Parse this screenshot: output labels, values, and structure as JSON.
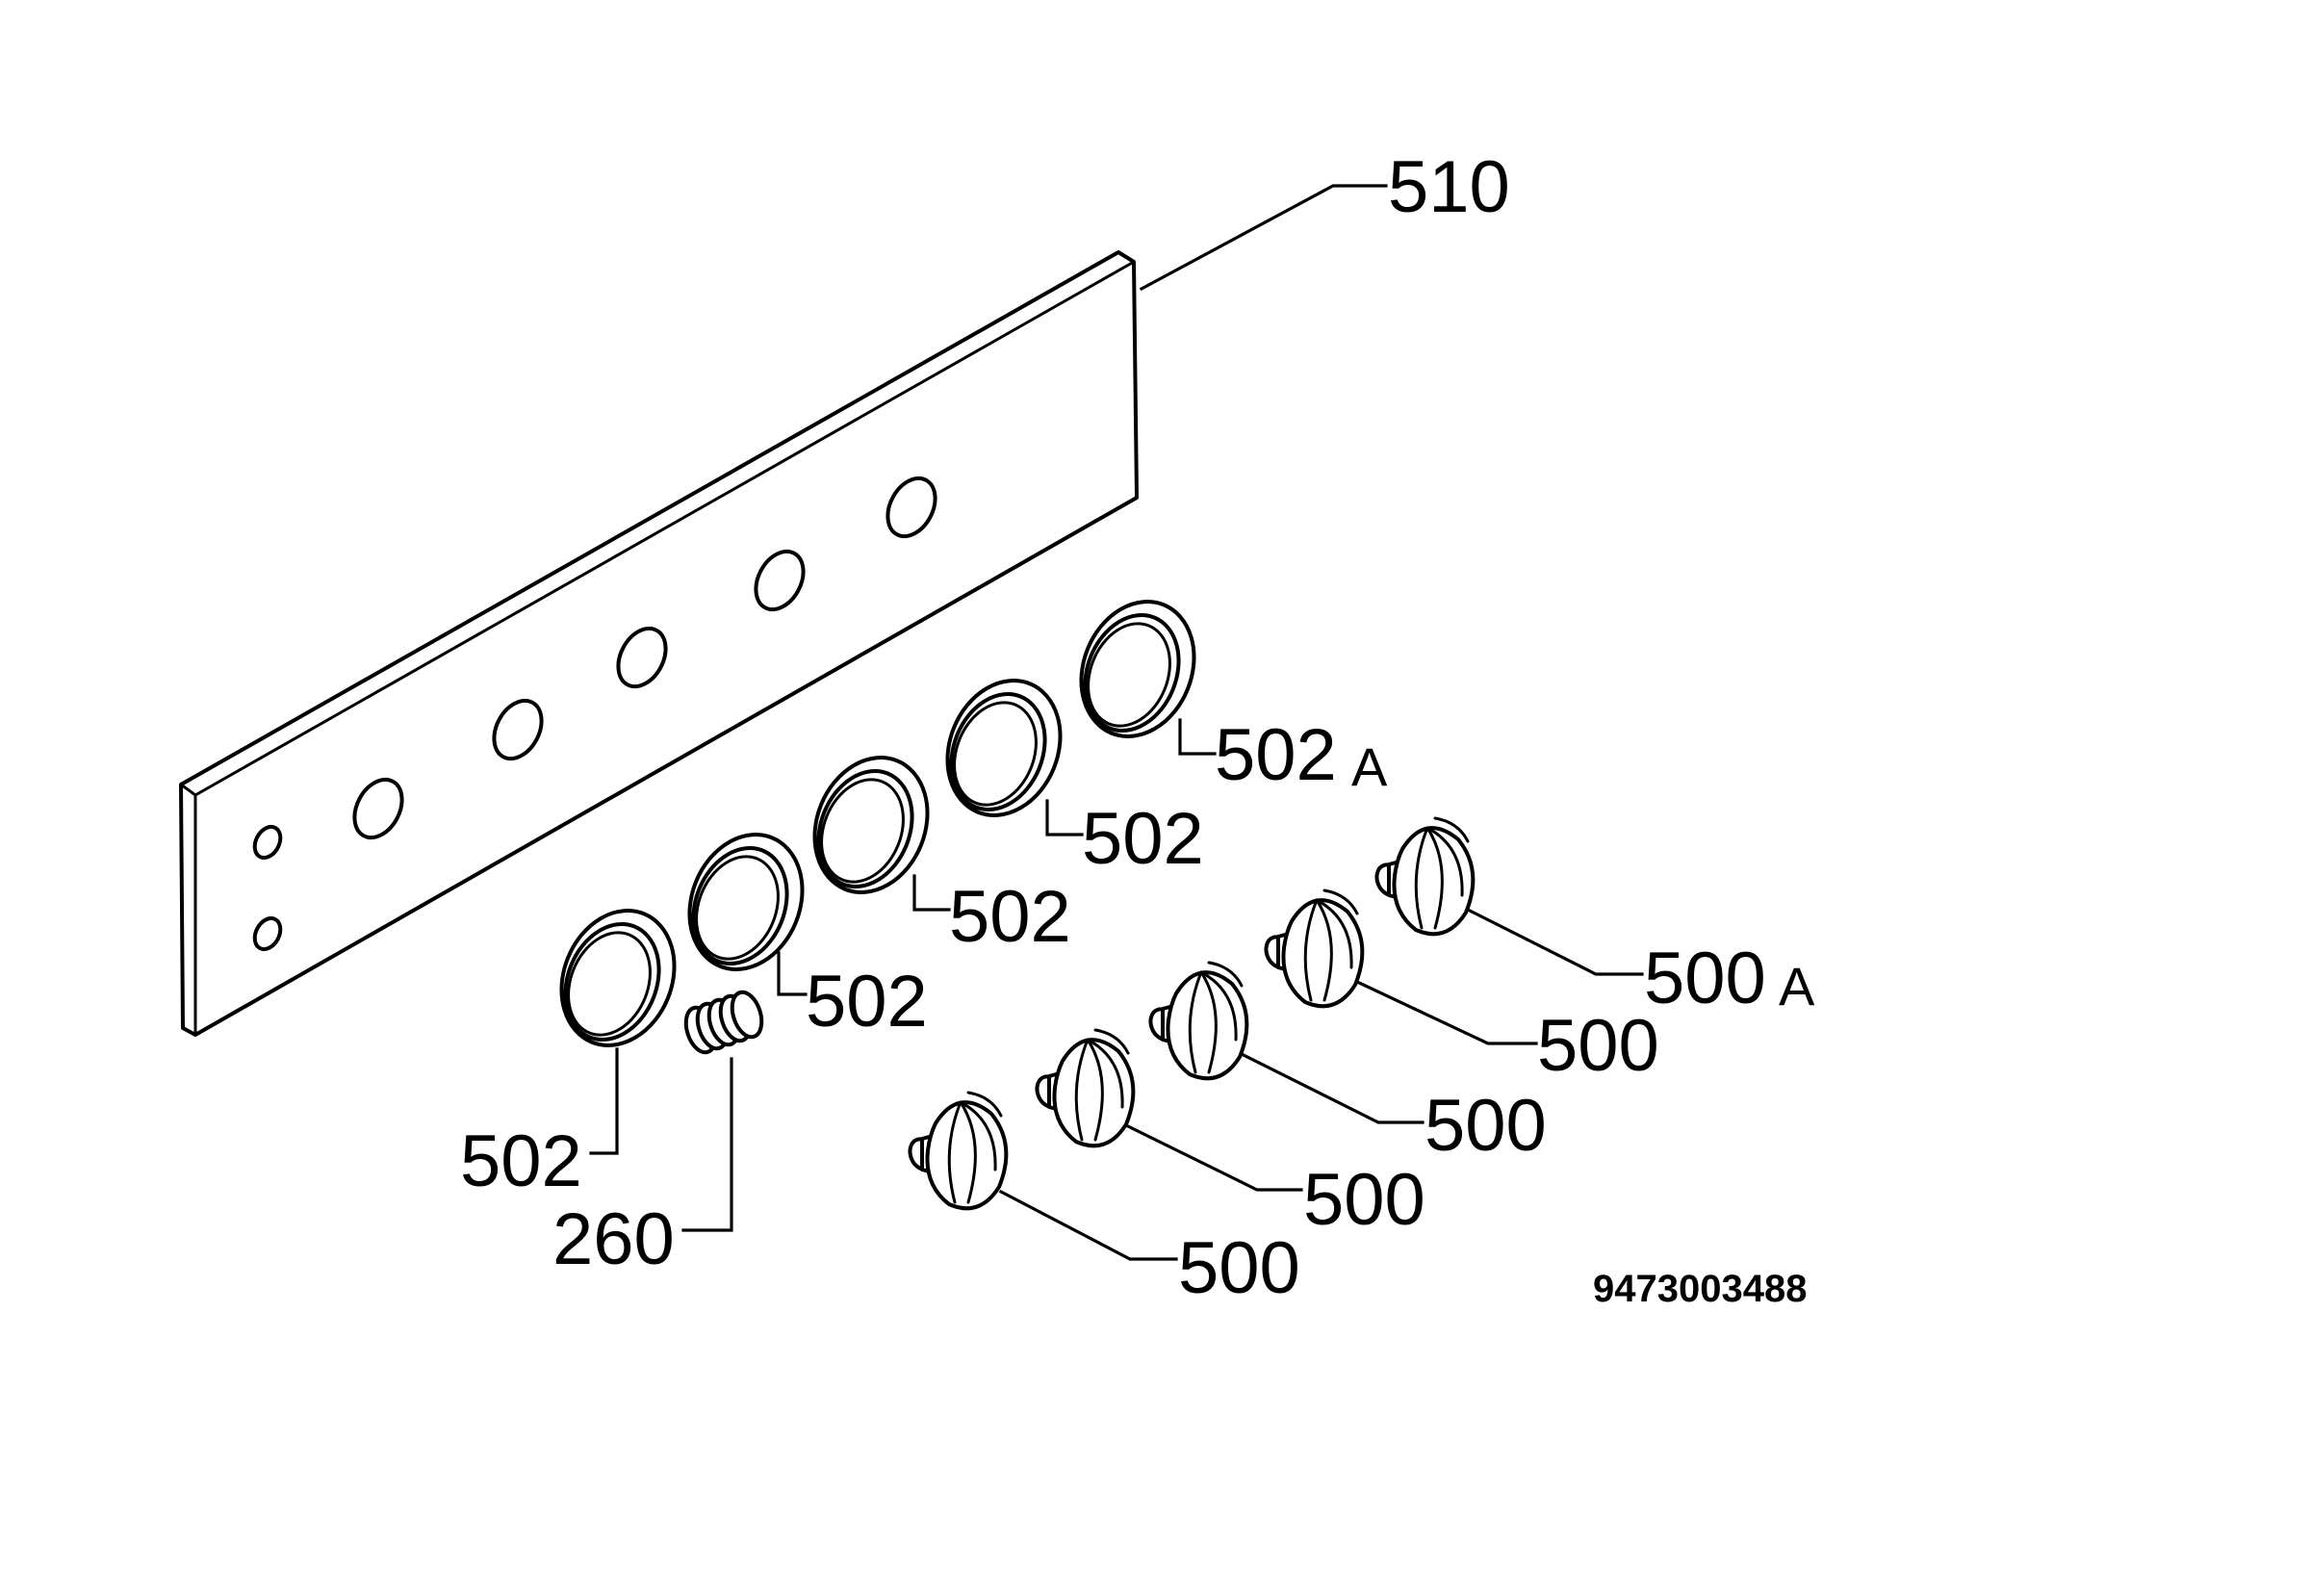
{
  "callouts": {
    "panel": "510",
    "ring_5": "502",
    "ring_5_suffix": "A",
    "ring_4": "502",
    "ring_3": "502",
    "ring_2": "502",
    "ring_1": "502",
    "spring": "260",
    "knob_5": "500",
    "knob_5_suffix": "A",
    "knob_4": "500",
    "knob_3": "500",
    "knob_2": "500",
    "knob_1": "500"
  },
  "document_number": "9473003488",
  "colors": {
    "line": "#000000",
    "background": "#ffffff"
  }
}
